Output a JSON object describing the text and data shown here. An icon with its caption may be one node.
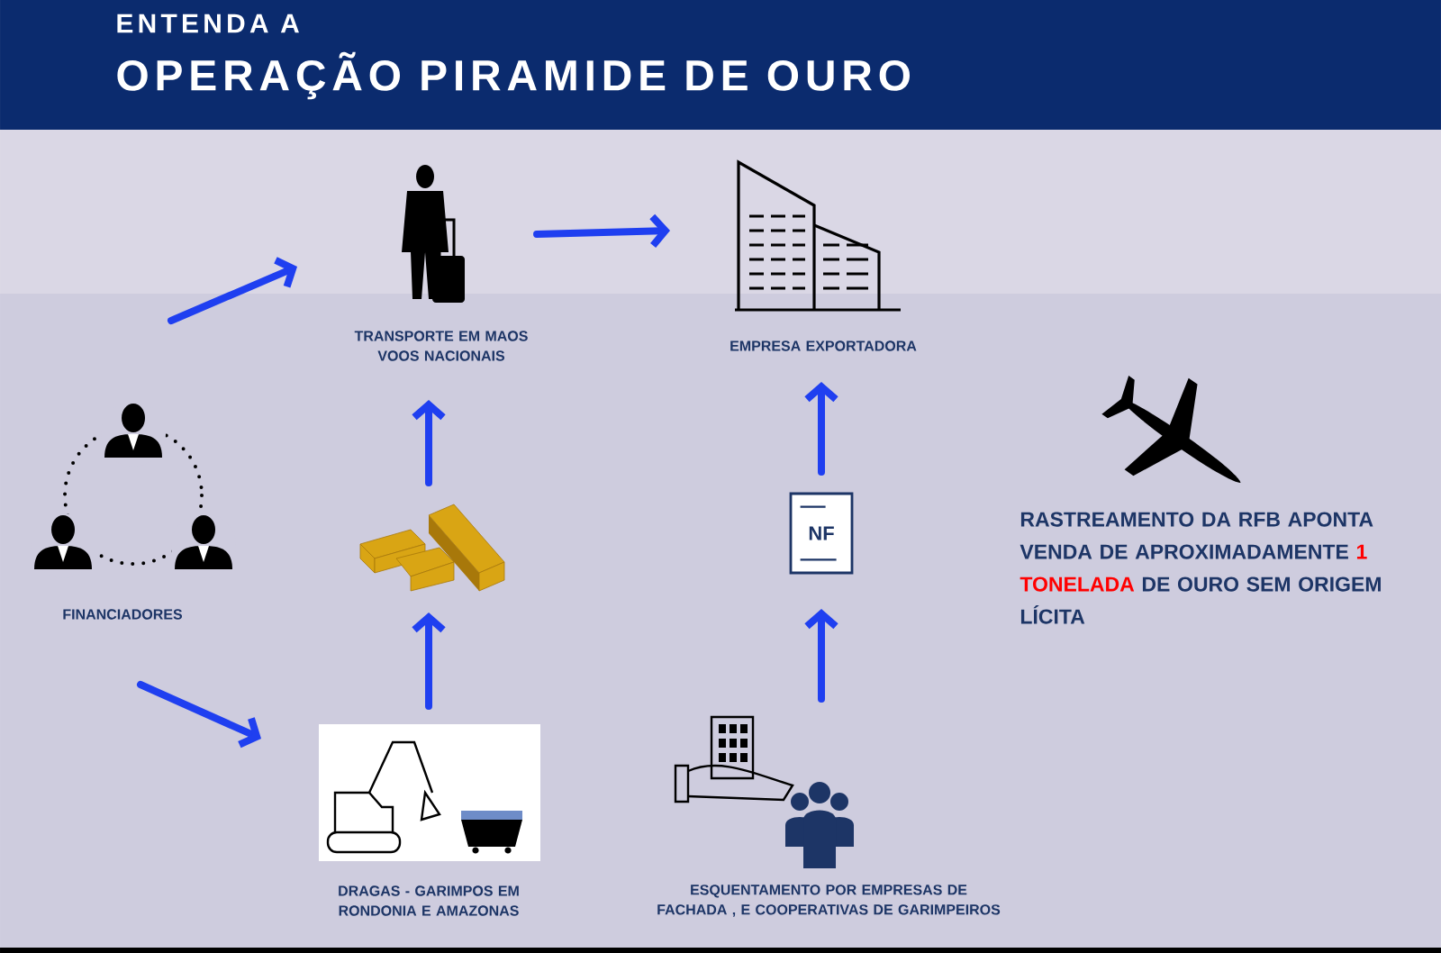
{
  "diagram": {
    "title": "OPERAÇÃO PIRAMIDE DE OURO",
    "nodes": [
      {
        "text": [
          "FINANCIADORES"
        ]
      },
      {
        "text": [
          "DRAGAS - GARIMPOS EM RONDONIA E AMAZONAS"
        ]
      },
      {
        "text": [],
        "shape": "picture"
      },
      {
        "text": [
          "TRANSPORTE EM MAOS VOOS NACIONAIS"
        ]
      },
      {
        "text": [
          "EMPRESA EXPORTADORA"
        ]
      },
      {
        "text": [
          "NF"
        ]
      },
      {
        "text": [
          "ESQUENTAMENTO POR EMPRESAS DE FACHADA , E COOPERATIVAS DE GARIMPEIROS"
        ]
      }
    ],
    "edges": [
      {
        "from": 0,
        "to": 3,
        "arrow": "to"
      },
      {
        "from": 0,
        "to": 1,
        "arrow": "to"
      },
      {
        "from": 1,
        "to": 2,
        "arrow": "to"
      },
      {
        "from": 2,
        "to": 3,
        "arrow": "to"
      },
      {
        "from": 3,
        "to": 4,
        "arrow": "to"
      },
      {
        "from": 6,
        "to": 5,
        "arrow": "to"
      },
      {
        "from": 5,
        "to": 4,
        "arrow": "to"
      }
    ],
    "labels": [
      "ENTENDA A",
      "RASTREAMENTO DA RFB APONTA VENDA DE APROXIMADAMENTE",
      "1 TONELADA",
      "DE OURO SEM ORIGEM LÍCITA"
    ]
  }
}
